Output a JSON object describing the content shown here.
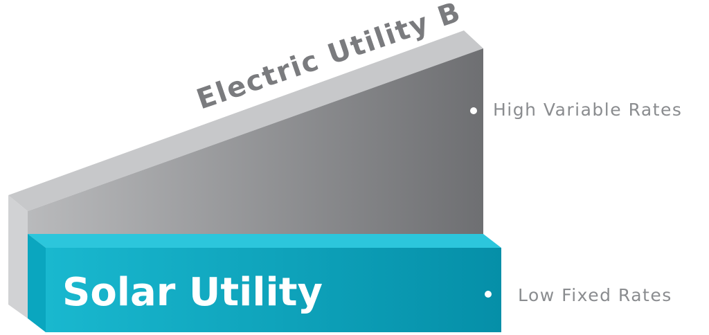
{
  "diagram": {
    "bill_block": {
      "label": "Electric Utility Bill",
      "rate_label": "High Variable Rates",
      "colors": {
        "face_light": "#b9babc",
        "face_dark": "#6e6f72",
        "top": "#c7c8ca",
        "side": "#d1d2d4",
        "label": "#7a7b7e"
      }
    },
    "solar_block": {
      "label": "Solar Utility",
      "rate_label": "Low Fixed Rates",
      "colors": {
        "face_light": "#19b8cf",
        "face_dark": "#058fa8",
        "top": "#2cc6dc",
        "label": "#ffffff"
      }
    }
  }
}
